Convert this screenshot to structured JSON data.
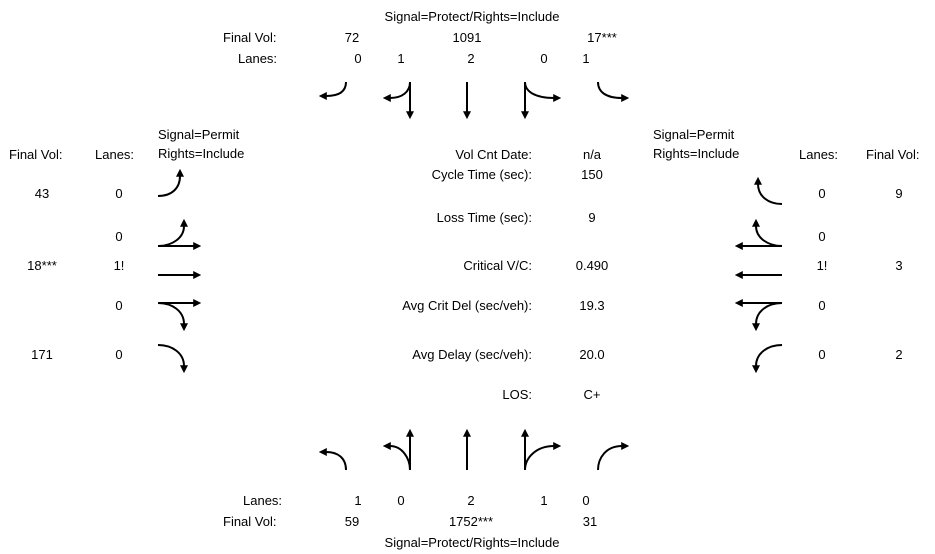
{
  "north": {
    "signal": "Signal=Protect/Rights=Include",
    "final_vol_label": "Final Vol:",
    "lanes_label": "Lanes:",
    "final_vol": [
      "72",
      "1091",
      "17***"
    ],
    "lanes": [
      "0",
      "1",
      "2",
      "0",
      "1"
    ]
  },
  "south": {
    "signal": "Signal=Protect/Rights=Include",
    "final_vol_label": "Final Vol:",
    "lanes_label": "Lanes:",
    "final_vol": [
      "59",
      "1752***",
      "31"
    ],
    "lanes": [
      "1",
      "0",
      "2",
      "1",
      "0"
    ]
  },
  "west": {
    "signal_line1": "Signal=Permit",
    "signal_line2": "Rights=Include",
    "final_vol_label": "Final Vol:",
    "lanes_label": "Lanes:",
    "final_vol": [
      "43",
      "18***",
      "171"
    ],
    "lanes": [
      "0",
      "0",
      "1!",
      "0",
      "0"
    ]
  },
  "east": {
    "signal_line1": "Signal=Permit",
    "signal_line2": "Rights=Include",
    "final_vol_label": "Final Vol:",
    "lanes_label": "Lanes:",
    "final_vol": [
      "9",
      "3",
      "2"
    ],
    "lanes": [
      "0",
      "0",
      "1!",
      "0",
      "0"
    ]
  },
  "summary": [
    {
      "label": "Vol Cnt Date:",
      "value": "n/a"
    },
    {
      "label": "Cycle Time (sec):",
      "value": "150"
    },
    {
      "label": "Loss Time (sec):",
      "value": "9"
    },
    {
      "label": "Critical V/C:",
      "value": "0.490"
    },
    {
      "label": "Avg Crit Del (sec/veh):",
      "value": "19.3"
    },
    {
      "label": "Avg Delay (sec/veh):",
      "value": "20.0"
    },
    {
      "label": "LOS:",
      "value": "C+"
    }
  ]
}
